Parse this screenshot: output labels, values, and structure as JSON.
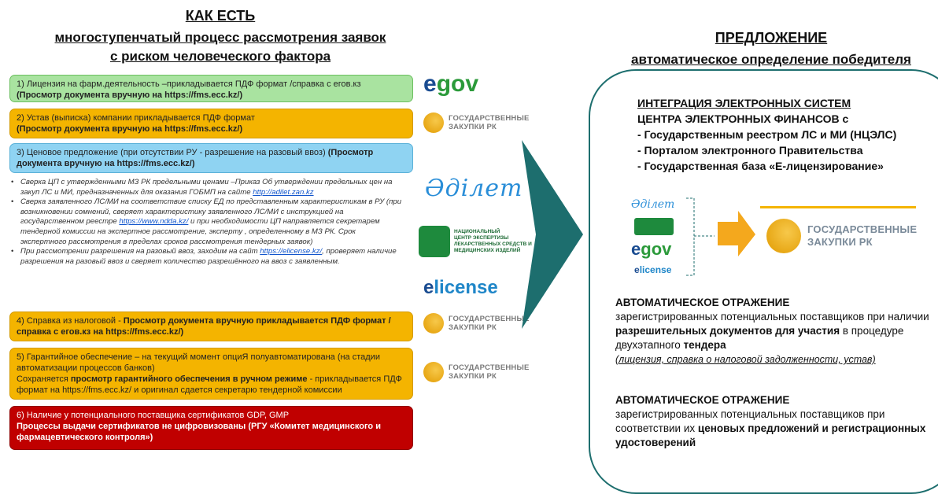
{
  "left": {
    "heading": "КАК ЕСТЬ",
    "subheading_line1": "многоступенчатый процесс рассмотрения заявок",
    "subheading_line2": "с риском человеческого фактора",
    "step1": {
      "text": "1) Лицензия на фарм.деятельность –прикладывается ПДФ формат /справка с егов.кз ",
      "bold": "(Просмотр документа вручную на https://fms.ecc.kz/)"
    },
    "step2": {
      "text": "2) Устав (выписка) компании прикладывается ПДФ формат",
      "bold": "(Просмотр документа вручную на https://fms.ecc.kz/)"
    },
    "step3": {
      "text": "3) Ценовое предложение (при отсутствии РУ - разрешение на разовый ввоз) ",
      "bold": "(Просмотр документа вручную на https://fms.ecc.kz/)"
    },
    "bullet1_a": "Сверка ЦП с утвержденными  МЗ РК предельными ценами –Приказ Об утверждении предельных цен на закуп ЛС и МИ, предназначенных для оказания ГОБМП  на сайте ",
    "bullet1_link": "http://adilet.zan.kz",
    "bullet2_a": "Сверка заявленного ЛС/МИ на соответствие списку ЕД  по представленным характеристикам в РУ  (при возникновении сомнений, сверяет  характеристику заявленного ЛС/МИ с инструкцией на государственном реестре ",
    "bullet2_link": "https://www.ndda.kz/",
    "bullet2_b": " и при необходимости ЦП направляется секретарем тендерной комиссии на экспертное рассмотрение, эксперту , определенному в МЗ РК. Срок экспертного рассмотрения в пределах сроков  рассмотрения тендерных заявок)",
    "bullet3_a": "При рассмотрении разрешения на разовый ввоз, заходим на сайт ",
    "bullet3_link": "https://elicense.kz/",
    "bullet3_b": ", проверяет наличие разрешения на разовый ввоз и сверяет количество разрешённого на ввоз с заявленным.",
    "step4": {
      "text": "4) Справка из налоговой - ",
      "bold": "Просмотр документа вручную прикладывается ПДФ формат /справка с егов.кз на https://fms.ecc.kz/)"
    },
    "step5": {
      "line1": "5) Гарантийное обеспечение – на текущий момент опциЯ полуавтоматирована (на стадии автоматизации процессов банков)",
      "line2a": "Сохраняется ",
      "line2b": "просмотр гарантийного обеспечения в ручном режиме",
      "line2c": " - прикладывается ПДФ формат на https://fms.ecc.kz/ и оригинал сдается секретарю тендерной комиссии"
    },
    "step6": {
      "line1": "6) Наличие у потенциального поставщика сертификатов GDP, GMP",
      "line2": "Процессы выдачи сертификатов не цифровизованы (РГУ «Комитет медицинского и фармацевтического контроля»)"
    }
  },
  "logos": {
    "egov_e": "e",
    "egov_gov": "gov",
    "gz_line1": "ГОСУДАРСТВЕННЫЕ",
    "gz_line2": "ЗАКУПКИ РК",
    "adilet": "Әділет",
    "nce_line1": "НАЦИОНАЛЬНЫЙ",
    "nce_line2": "ЦЕНТР ЭКСПЕРТИЗЫ",
    "nce_line3": "ЛЕКАРСТВЕННЫХ СРЕДСТВ И МЕДИЦИНСКИХ ИЗДЕЛИЙ",
    "elicense_e": "e",
    "elicense_l": "license"
  },
  "right": {
    "heading": "ПРЕДЛОЖЕНИЕ",
    "subheading": "автоматическое определение победителя",
    "integ_line1": "ИНТЕГРАЦИЯ ЭЛЕКТРОННЫХ СИСТЕМ",
    "integ_line2": "ЦЕНТРА ЭЛЕКТРОННЫХ ФИНАНСОВ с",
    "integ_item1": "- Государственным реестром ЛС и МИ  (НЦЭЛС)",
    "integ_item2": "- Порталом электронного Правительства",
    "integ_item3": "- Государственная база «Е-лицензирование»",
    "auto1_title": "АВТОМАТИЧЕСКОЕ ОТРАЖЕНИЕ",
    "auto1_a": "зарегистрированных потенциальных поставщиков при наличии ",
    "auto1_b": "разрешительных документов для участия",
    "auto1_c": " в процедуре двухэтапного ",
    "auto1_d": "тендера",
    "auto1_note": "(лицензия, справка о налоговой задолженности, устав)",
    "auto2_title": "АВТОМАТИЧЕСКОЕ ОТРАЖЕНИЕ",
    "auto2_a": "зарегистрированных потенциальных поставщиков при соответствии их ",
    "auto2_b": "ценовых предложений и регистрационных удостоверений"
  },
  "colors": {
    "green": "#a9e3a0",
    "orange": "#f4b400",
    "blue": "#8fd3f2",
    "red": "#c00000",
    "teal": "#1d6e6e"
  }
}
